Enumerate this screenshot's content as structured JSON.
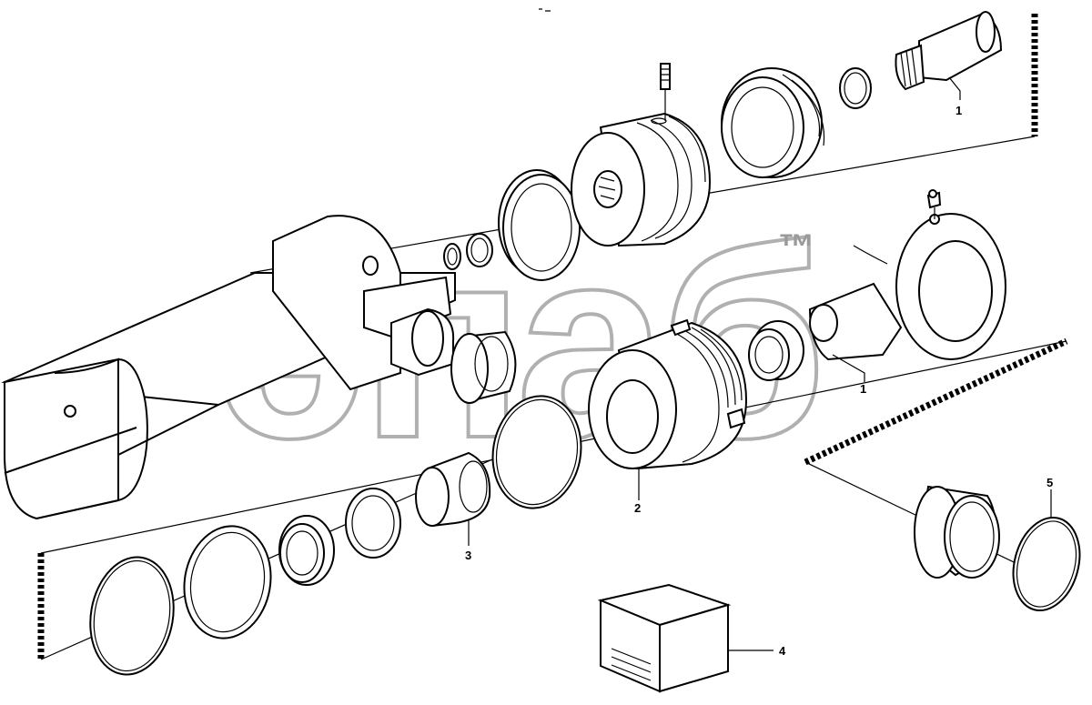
{
  "watermark": {
    "text": "эпаб",
    "trademark": "™"
  },
  "callouts": {
    "top_rod": "1",
    "rod_eye": "1",
    "gland": "2",
    "bushing": "3",
    "seal_kit": "4",
    "eye_bushing": "5"
  }
}
